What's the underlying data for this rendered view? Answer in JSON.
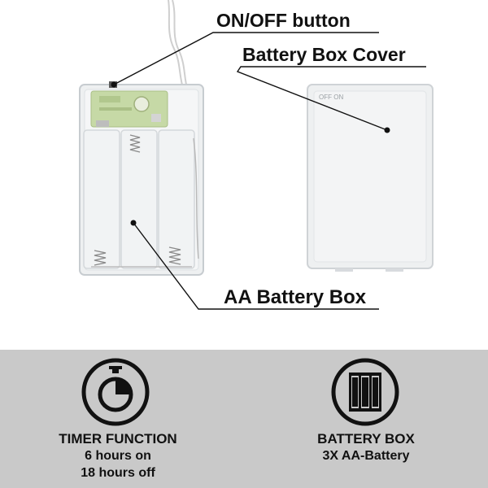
{
  "callouts": {
    "on_off": "ON/OFF button",
    "cover": "Battery Box Cover",
    "battery_box": "AA Battery Box"
  },
  "cover_print": {
    "off_on": "OFF ON"
  },
  "features": {
    "timer": {
      "icon": "timer-icon",
      "title": "TIMER FUNCTION",
      "line1": "6 hours on",
      "line2": "18 hours off"
    },
    "battery": {
      "icon": "battery-box-icon",
      "title": "BATTERY BOX",
      "line1": "3X AA-Battery"
    }
  },
  "colors": {
    "panel_bg": "#c9c9c9",
    "pcb_green": "#c6d9a6",
    "plastic": "#eef0f1"
  }
}
